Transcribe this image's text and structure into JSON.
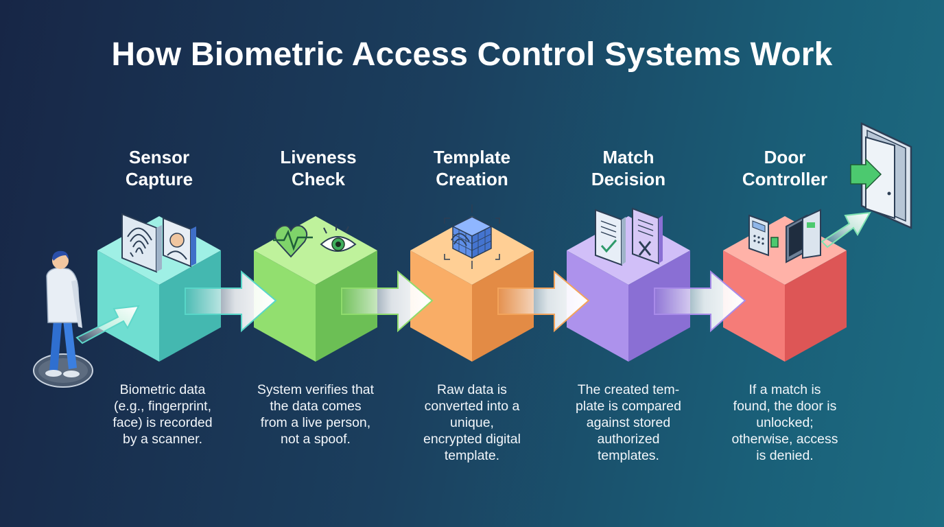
{
  "title": "How Biometric Access Control Systems Work",
  "steps": [
    {
      "title_line1": "Sensor",
      "title_line2": "Capture",
      "desc": [
        "Biometric data",
        "(e.g., fingerprint,",
        "face) is recorded",
        "by a scanner."
      ]
    },
    {
      "title_line1": "Liveness",
      "title_line2": "Check",
      "desc": [
        "System verifies that",
        "the data comes",
        "from a live person,",
        "not a spoof."
      ]
    },
    {
      "title_line1": "Template",
      "title_line2": "Creation",
      "desc": [
        "Raw data is",
        "converted into a",
        "unique,",
        "encrypted digital",
        "template."
      ]
    },
    {
      "title_line1": "Match",
      "title_line2": "Decision",
      "desc": [
        "The created tem-",
        "plate is compared",
        "against stored",
        "authorized",
        "templates."
      ]
    },
    {
      "title_line1": "Door",
      "title_line2": "Controller",
      "desc": [
        "If a match is",
        "found, the door is",
        "unlocked;",
        "otherwise, access",
        "is denied."
      ]
    }
  ],
  "colors": {
    "sensor": "#5fd3c6",
    "liveness": "#8fd86e",
    "template": "#f4a55c",
    "match": "#a487e8",
    "door": "#ef6f6f",
    "arrow_green": "#4cc96f"
  },
  "icons": [
    "person-icon",
    "fingerprint-icon",
    "face-scan-icon",
    "heart-pulse-icon",
    "eye-icon",
    "template-cube-icon",
    "check-card-icon",
    "cross-card-icon",
    "keypad-reader-icon",
    "door-icon",
    "open-door-icon"
  ]
}
